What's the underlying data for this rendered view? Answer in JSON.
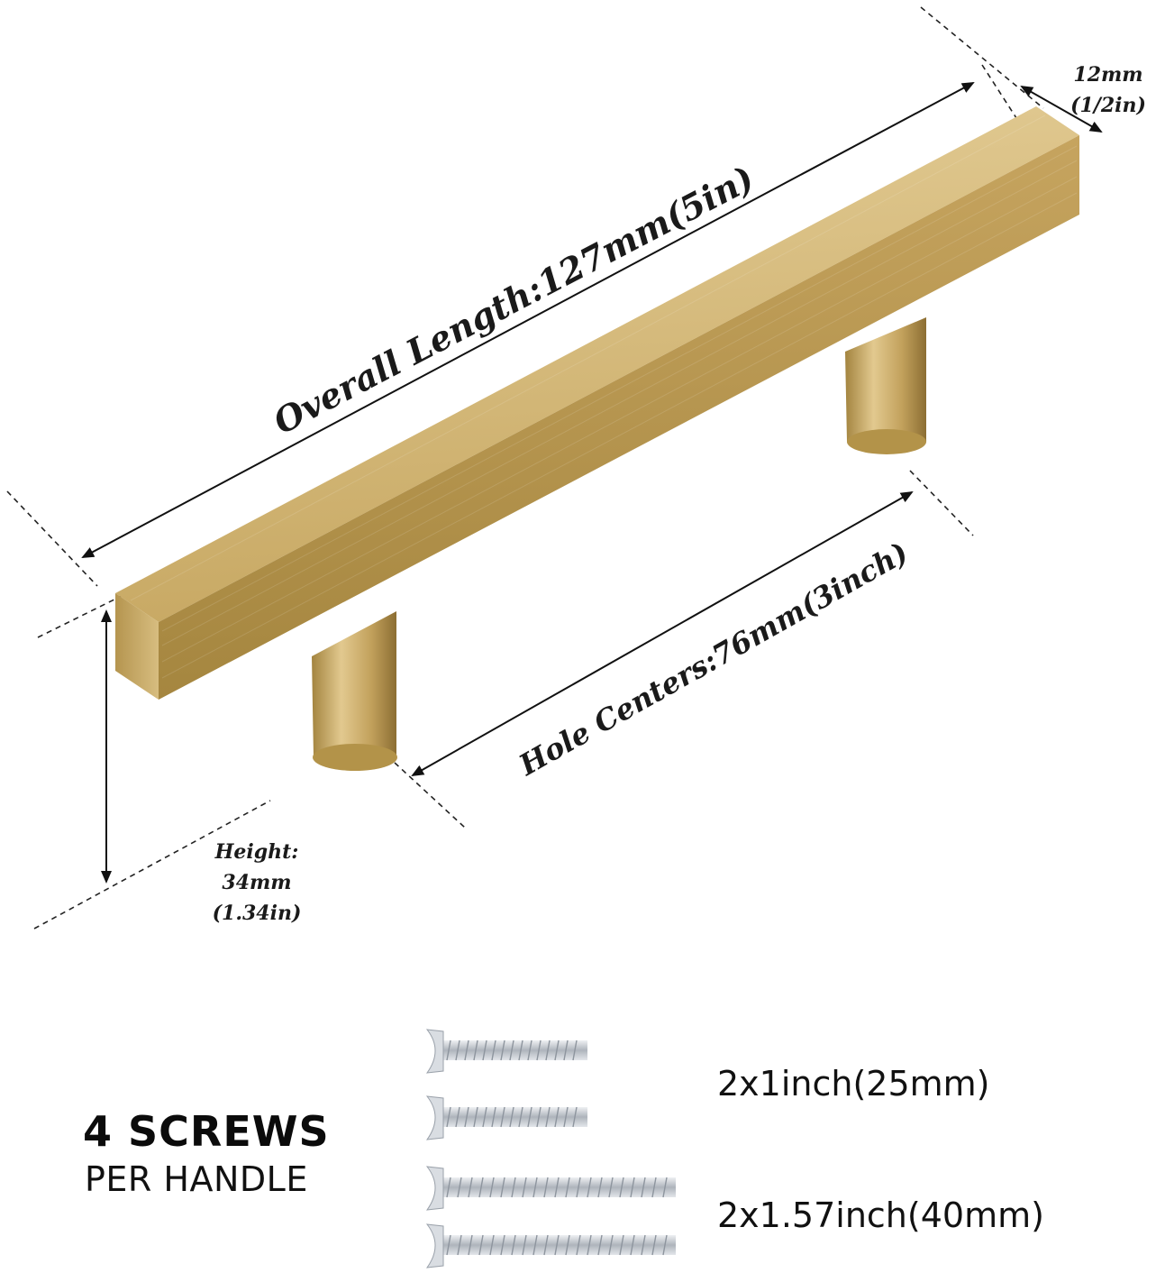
{
  "product": {
    "colors": {
      "brass_light": "#d9bf84",
      "brass_mid": "#c9a862",
      "brass_dark": "#8f7238",
      "screw": "#c8ccd2"
    }
  },
  "dimensions": {
    "overall_length": "Overall Length:127mm(5in)",
    "hole_centers": "Hole Centers:76mm(3inch)",
    "width_mm": "12mm",
    "width_in": "(1/2in)",
    "height_title": "Height:",
    "height_mm": "34mm",
    "height_in": "(1.34in)"
  },
  "screws": {
    "title": "4 SCREWS",
    "subtitle": "PER HANDLE",
    "short_spec": "2x1inch(25mm)",
    "long_spec": "2x1.57inch(40mm)"
  }
}
